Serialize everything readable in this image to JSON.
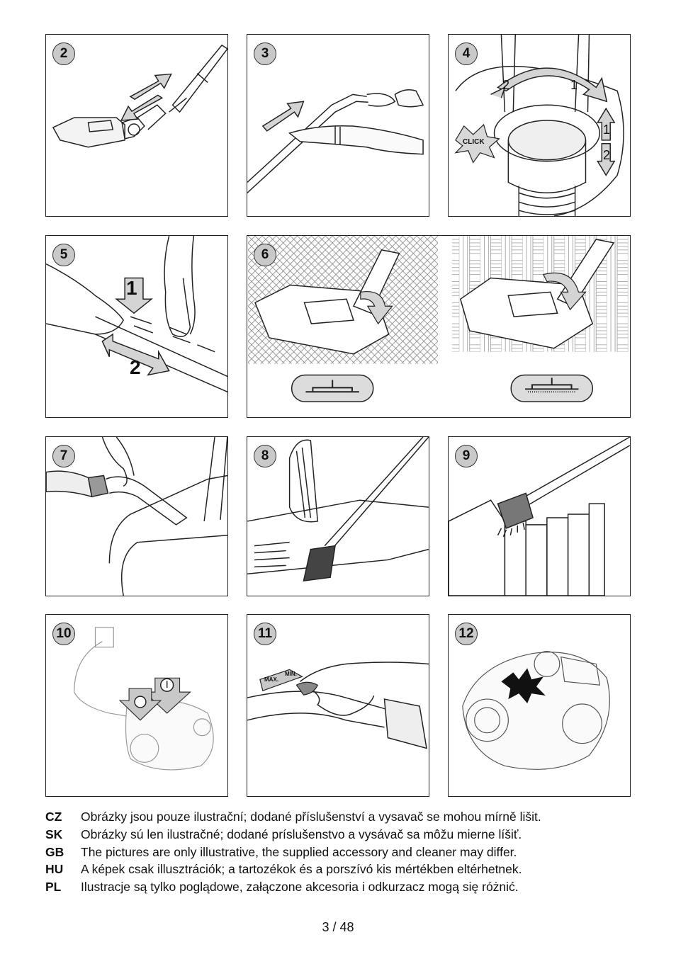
{
  "panels": [
    {
      "number": "2"
    },
    {
      "number": "3"
    },
    {
      "number": "4",
      "labels": [
        "2",
        "1",
        "1",
        "2"
      ],
      "click_label": "CLICK"
    },
    {
      "number": "5",
      "labels": [
        "1",
        "2"
      ]
    },
    {
      "number": "6"
    },
    {
      "number": "7"
    },
    {
      "number": "8"
    },
    {
      "number": "9"
    },
    {
      "number": "10"
    },
    {
      "number": "11",
      "labels": [
        "MAX.",
        "MIN."
      ]
    },
    {
      "number": "12"
    }
  ],
  "captions": [
    {
      "code": "CZ",
      "text": "Obrázky jsou pouze ilustrační; dodané příslušenství a vysavač se mohou mírně lišit."
    },
    {
      "code": "SK",
      "text": "Obrázky sú len ilustračné; dodané príslušenstvo a vysávač sa môžu mierne líšiť."
    },
    {
      "code": "GB",
      "text": "The pictures are only illustrative, the supplied accessory and cleaner may differ."
    },
    {
      "code": "HU",
      "text": "A képek csak illusztrációk; a tartozékok és a porszívó kis mértékben eltérhetnek."
    },
    {
      "code": "PL",
      "text": "Ilustracje są tylko poglądowe, załączone akcesoria i odkurzacz mogą się różnić."
    }
  ],
  "page": {
    "number": "3  / 48"
  }
}
